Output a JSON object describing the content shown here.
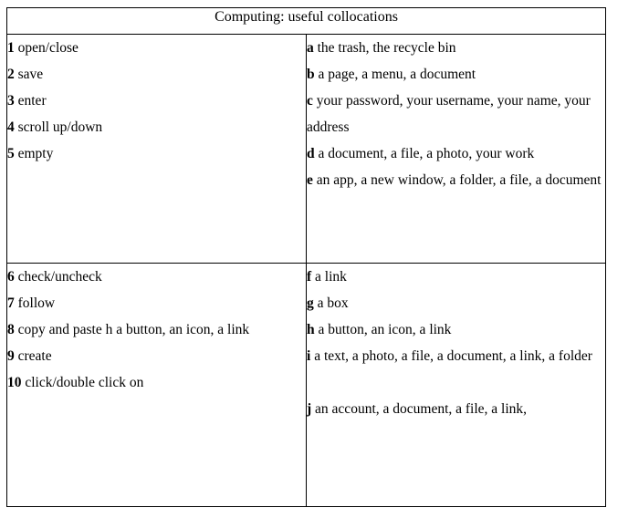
{
  "table": {
    "title": "Computing: useful collocations",
    "rows": [
      {
        "left": {
          "entries": [
            {
              "marker": "1",
              "text": "open/close"
            },
            {
              "marker": "2",
              "text": "save"
            },
            {
              "marker": "3",
              "text": "enter"
            },
            {
              "marker": "4",
              "text": "scroll up/down"
            },
            {
              "marker": "5",
              "text": "empty"
            }
          ]
        },
        "right": {
          "entries": [
            {
              "marker": "a",
              "text": "the trash, the recycle bin"
            },
            {
              "marker": "b",
              "text": "a page, a menu, a document"
            },
            {
              "marker": "c",
              "text": "your password, your username, your name, your address"
            },
            {
              "marker": "d",
              "text": "a document, a file, a photo, your work"
            },
            {
              "marker": "e",
              "text": "an app, a new window, a folder, a file, a document"
            }
          ]
        }
      },
      {
        "left": {
          "entries": [
            {
              "marker": "6",
              "text": "check/uncheck"
            },
            {
              "marker": "7",
              "text": "follow"
            },
            {
              "marker": "8",
              "text": "copy and paste h a button, an icon, a link"
            },
            {
              "marker": "9",
              "text": "create"
            },
            {
              "marker": "10",
              "text": "click/double click on"
            }
          ]
        },
        "right": {
          "entries": [
            {
              "marker": "f",
              "text": "a link"
            },
            {
              "marker": "g",
              "text": "a box"
            },
            {
              "marker": "h",
              "text": "a button, an icon, a link"
            },
            {
              "marker": "i",
              "text": "a text, a photo, a file, a document, a link, a folder"
            },
            {
              "marker": "",
              "text": ""
            },
            {
              "marker": "j",
              "text": "an account, a document, a file, a link,"
            }
          ]
        }
      }
    ]
  },
  "colors": {
    "background": "#ffffff",
    "text": "#000000",
    "border": "#000000"
  }
}
